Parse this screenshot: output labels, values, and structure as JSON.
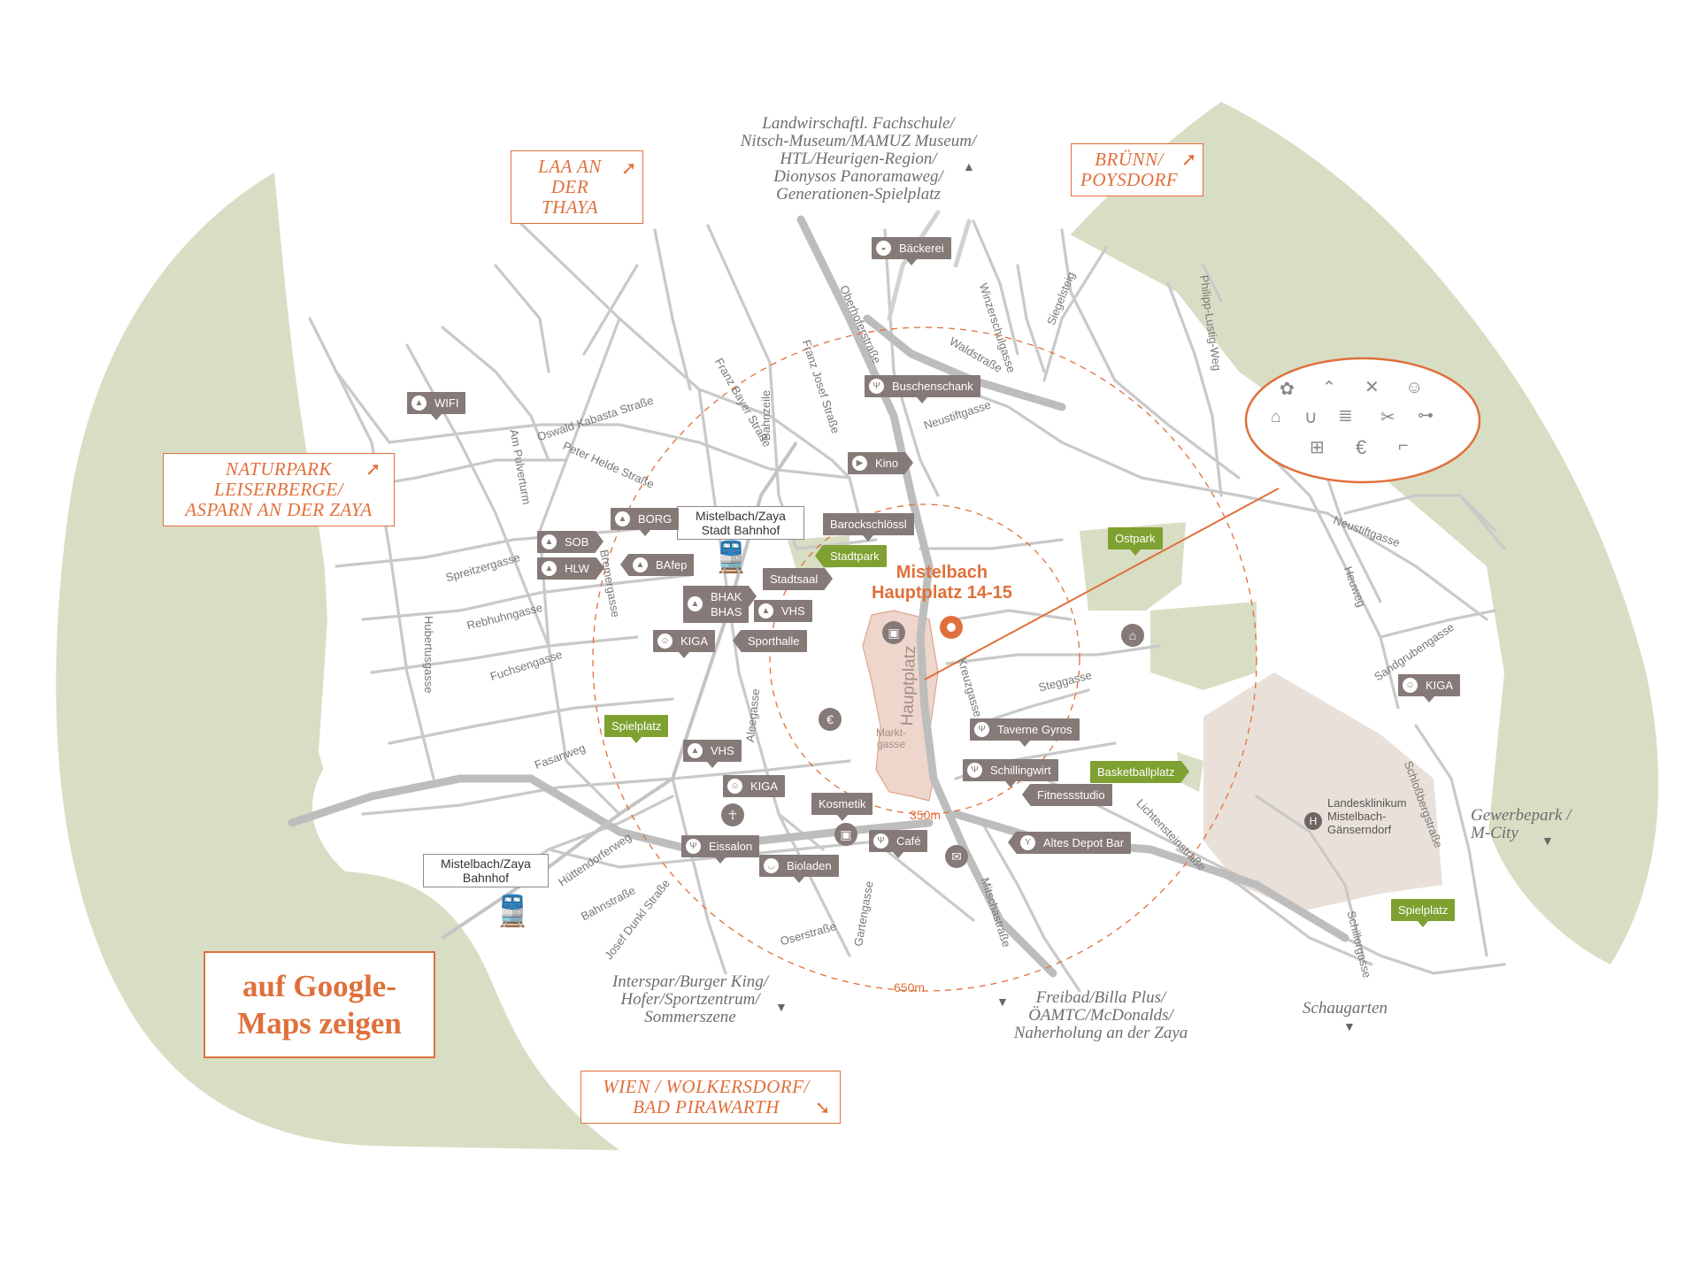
{
  "colors": {
    "accent": "#e0703b",
    "poi": "#857a77",
    "green_poi": "#7ea131",
    "park": "#d8dec4",
    "hospital": "#e9e1d9",
    "road": "#c8c8c8",
    "plaza": "#eed6cc"
  },
  "destination": {
    "line1": "Mistelbach",
    "line2": "Hauptplatz 14-15"
  },
  "google_maps_button": "auf Google-\nMaps zeigen",
  "directions": {
    "laa": "LAA AN\nDER THAYA",
    "bruenn": "BRÜNN/\nPOYSDORF",
    "naturpark": "NATURPARK\nLEISERBERGE/\nASPARN AN DER ZAYA",
    "wien": "WIEN / WOLKERSDORF/\nBAD PIRAWARTH"
  },
  "destinations_text": {
    "north": "Landwirschaftl. Fachschule/\nNitsch-Museum/MAMUZ Museum/\nHTL/Heurigen-Region/\nDionysos Panoramaweg/\nGenerationen-Spielplatz",
    "gewerbepark": "Gewerbepark /\nM-City",
    "interspar": "Interspar/Burger King/\nHofer/Sportzentrum/\nSommerszene",
    "freibad": "Freibad/Billa Plus/\nÖAMTC/McDonalds/\nNaherholung an der Zaya",
    "schaugarten": "Schaugarten"
  },
  "stations": {
    "stadt": "Mistelbach/Zaya\nStadt Bahnhof",
    "bahnhof": "Mistelbach/Zaya\nBahnhof"
  },
  "hospital": "Landesklinikum\nMistelbach-\nGänserndorf",
  "distances": {
    "inner": "350m",
    "outer": "650m"
  },
  "plaza": {
    "label": "Hauptplatz",
    "markt": "Markt-\ngasse"
  },
  "poi": {
    "baeckerei": "Bäckerei",
    "buschenschank": "Buschenschank",
    "kino": "Kino",
    "barockschloessl": "Barockschlössl",
    "stadtpark": "Stadtpark",
    "stadtsaal": "Stadtsaal",
    "vhs1": "VHS",
    "sporthalle": "Sporthalle",
    "wifi": "WIFI",
    "borg": "BORG",
    "sob": "SOB",
    "hlw": "HLW",
    "bafep": "BAfep",
    "bhak": "BHAK\nBHAS",
    "kiga1": "KIGA",
    "spielplatz1": "Spielplatz",
    "vhs2": "VHS",
    "kiga2": "KIGA",
    "kosmetik": "Kosmetik",
    "eissalon": "Eissalon",
    "bioladen": "Bioladen",
    "cafe": "Café",
    "taverne": "Taverne Gyros",
    "schillingwirt": "Schillingwirt",
    "fitnessstudio": "Fitnessstudio",
    "basketballplatz": "Basketballplatz",
    "altes_depot": "Altes Depot Bar",
    "ostpark": "Ostpark",
    "kiga3": "KIGA",
    "spielplatz2": "Spielplatz"
  },
  "streets": {
    "oberhofer": "Oberhoferstraße",
    "franz_josef": "Franz Josef Straße",
    "franz_bayer": "Franz Bayer Straße",
    "bahnzeile": "Bahnzeile",
    "waldstrasse": "Waldstraße",
    "neustiftgasse1": "Neustiftgasse",
    "winzerschulgasse": "Winzerschulgasse",
    "siegelsteig": "Siegelsteig",
    "philipp": "Philipp-Lustig-Weg",
    "oswald": "Oswald Kabasta Straße",
    "peter": "Peter Helde Straße",
    "am_pulverturm": "Am Pulverturm",
    "spreitzer": "Spreitzergasse",
    "rebhuhn": "Rebhuhngasse",
    "fuchsen": "Fuchsengasse",
    "fasanweg": "Fasanweg",
    "hubertus": "Hubertusgasse",
    "bremer": "Bremergasse",
    "alee": "Aleegasse",
    "kreuz": "Kreuzgasse",
    "steggasse": "Steggasse",
    "neustiftgasse2": "Neustiftgasse",
    "heuweg": "Heuweg",
    "sandgruben": "Sandgrubengasse",
    "lichtenstein": "Lichtensteinstraße",
    "schlossberg": "Schloßbergstraße",
    "schiller": "Schillergasse",
    "huettendorfer": "Hüttendorferweg",
    "bahnstrasse": "Bahnstraße",
    "josef_dunkl": "Josef Dunkl Straße",
    "oserstrasse": "Oserstraße",
    "garten": "Gartengasse",
    "mitscha": "Mitschastraße"
  },
  "legend_icons": [
    "flower-icon",
    "hanger-icon",
    "fork-knife-icon",
    "theatre-masks-icon",
    "school-icon",
    "stethoscope-icon",
    "books-icon",
    "scissors-icon",
    "dumbbell-icon",
    "shopping-cart-icon",
    "euro-icon",
    "ice-skate-icon"
  ]
}
